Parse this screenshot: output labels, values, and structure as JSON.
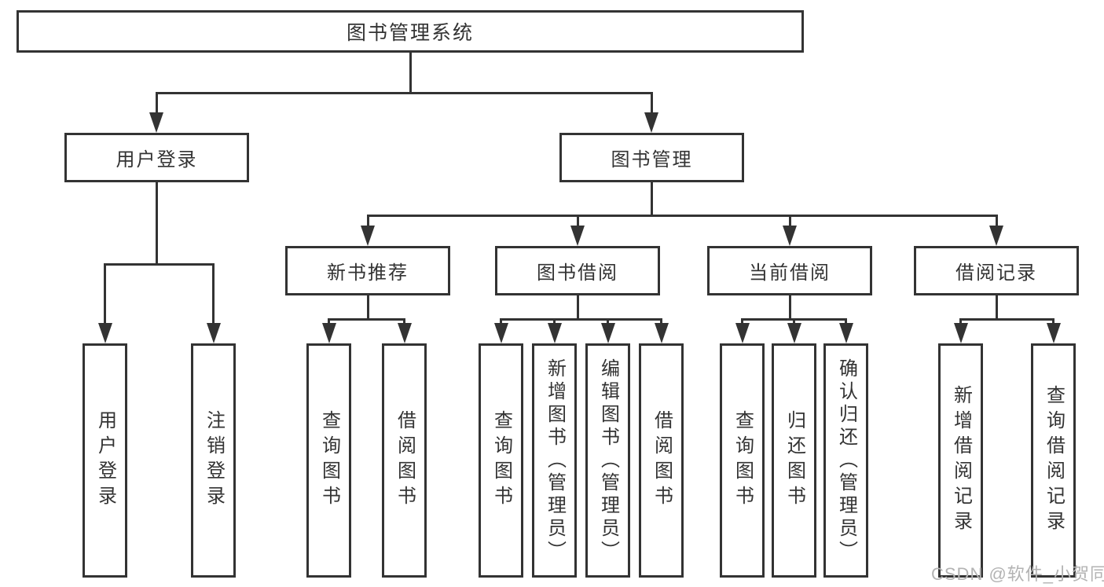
{
  "diagram": {
    "root": {
      "label": "图书管理系统"
    },
    "level2": [
      {
        "label": "用户登录"
      },
      {
        "label": "图书管理"
      }
    ],
    "level3": [
      {
        "label": "新书推荐"
      },
      {
        "label": "图书借阅"
      },
      {
        "label": "当前借阅"
      },
      {
        "label": "借阅记录"
      }
    ],
    "leaves": [
      {
        "label": "用户登录"
      },
      {
        "label": "注销登录"
      },
      {
        "label": "查询图书"
      },
      {
        "label": "借阅图书"
      },
      {
        "label": "查询图书"
      },
      {
        "label": "新增图书（管理员）"
      },
      {
        "label": "编辑图书（管理员）"
      },
      {
        "label": "借阅图书"
      },
      {
        "label": "查询图书"
      },
      {
        "label": "归还图书"
      },
      {
        "label": "确认归还（管理员）"
      },
      {
        "label": "新增借阅记录"
      },
      {
        "label": "查询借阅记录"
      }
    ],
    "watermark": "CSDN @软件_小贺同学",
    "colors": {
      "line": "#333333",
      "border": "#333333",
      "text": "#333333",
      "watermark": "#b3b3b3",
      "background": "#ffffff"
    }
  }
}
